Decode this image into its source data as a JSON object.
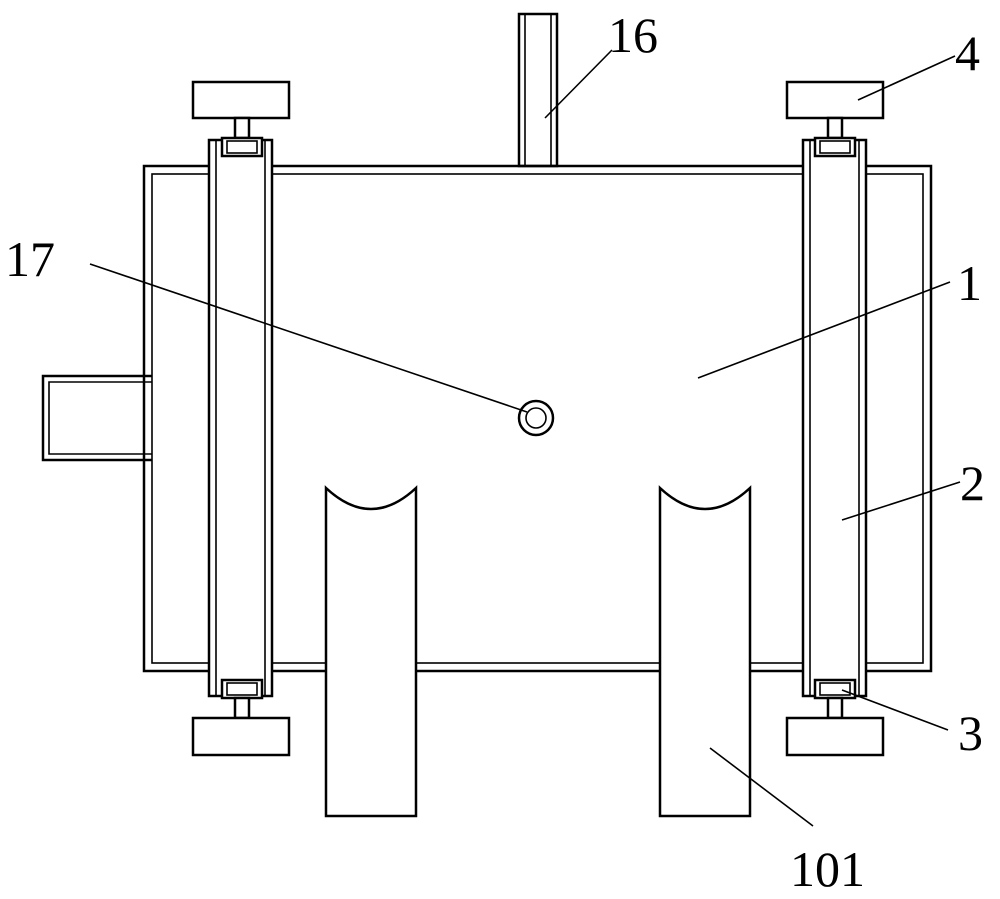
{
  "labels": {
    "l16": "16",
    "l4": "4",
    "l17": "17",
    "l1": "1",
    "l2": "2",
    "l3": "3",
    "l101": "101"
  },
  "colors": {
    "line": "#000000",
    "background": "#ffffff"
  }
}
